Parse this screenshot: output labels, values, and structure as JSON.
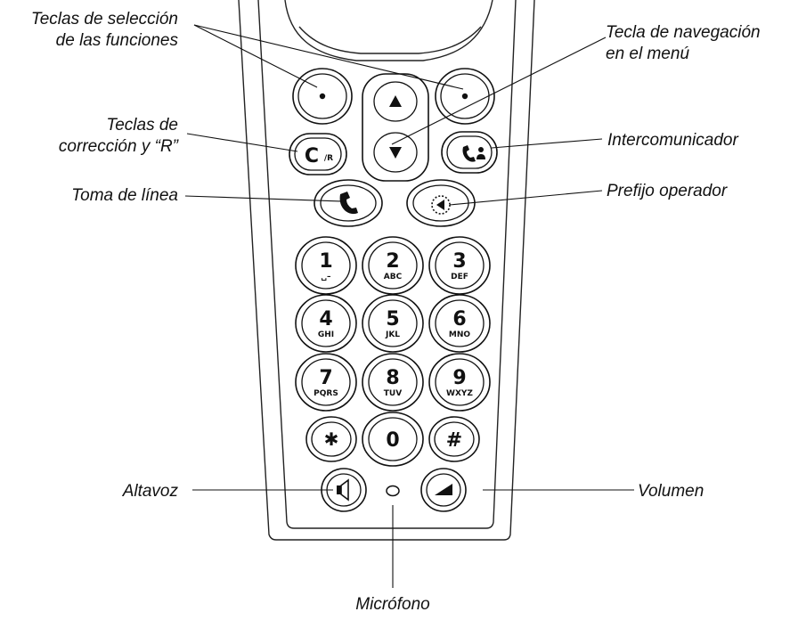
{
  "labels": {
    "function_keys_1": "Teclas de selección",
    "function_keys_2": "de las funciones",
    "nav_key_1": "Tecla de navegación",
    "nav_key_2": "en el menú",
    "correction_1": "Teclas de",
    "correction_2": "corrección y “R”",
    "intercom": "Intercomunicador",
    "line": "Toma de línea",
    "operator_prefix": "Prefijo operador",
    "speaker": "Altavoz",
    "volume": "Volumen",
    "microphone": "Micrófono"
  },
  "keys": {
    "k1": {
      "main": "1",
      "sub": "␣–"
    },
    "k2": {
      "main": "2",
      "sub": "ABC"
    },
    "k3": {
      "main": "3",
      "sub": "DEF"
    },
    "k4": {
      "main": "4",
      "sub": "GHI"
    },
    "k5": {
      "main": "5",
      "sub": "JKL"
    },
    "k6": {
      "main": "6",
      "sub": "MNO"
    },
    "k7": {
      "main": "7",
      "sub": "PQRS"
    },
    "k8": {
      "main": "8",
      "sub": "TUV"
    },
    "k9": {
      "main": "9",
      "sub": "WXYZ"
    },
    "star": "✱",
    "zero": "0",
    "hash": "#",
    "correction_key": "C",
    "correction_sub": "/R"
  },
  "icons": {
    "up": "triangle-up-icon",
    "down": "triangle-down-icon",
    "talk": "handset-icon",
    "intercom": "handset-intercom-icon",
    "prefix": "operator-prefix-icon",
    "speaker": "speaker-icon",
    "volume": "volume-wedge-icon"
  }
}
